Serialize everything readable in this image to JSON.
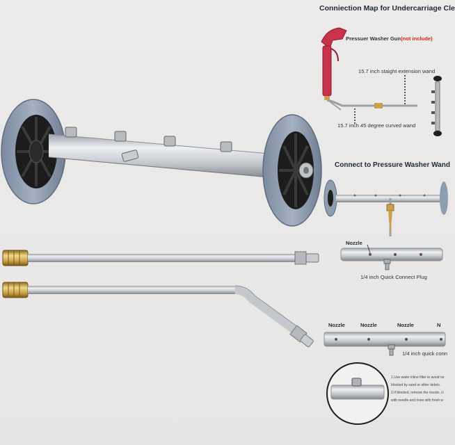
{
  "diagram": {
    "title": "Conniection Map for Undercarriage Cle",
    "gun_label": "Pressuer Washer Gun",
    "gun_note": "(not include)",
    "straight_wand_label": "15.7 inch staight extension wand",
    "curved_wand_label": "15.7 inch 45 degree curved wand",
    "connect_title": "Connect to Pressure Washer Wand",
    "nozzle_label": "Nozzle",
    "plug_label": "1/4 inch Quick Connect Plug",
    "nozzle_labels": [
      "Nozzle",
      "Nozzle",
      "Nozzle",
      "N"
    ],
    "plug_label_2": "1/4 inch quick conn",
    "notes": [
      "1.Use water inline filter to avoid no",
      "blocked by sand or other debris.",
      "2.If blocked, remove the nozzle, cl",
      "with needle and rinse with fresh w"
    ]
  },
  "colors": {
    "background": "#e9e8e7",
    "wheel": "#8f9db0",
    "hub": "#1e1e1e",
    "steel": "#c9ccd0",
    "brass": "#c9a24a",
    "gun": "#c8324a",
    "accent_red": "#d0281e"
  }
}
